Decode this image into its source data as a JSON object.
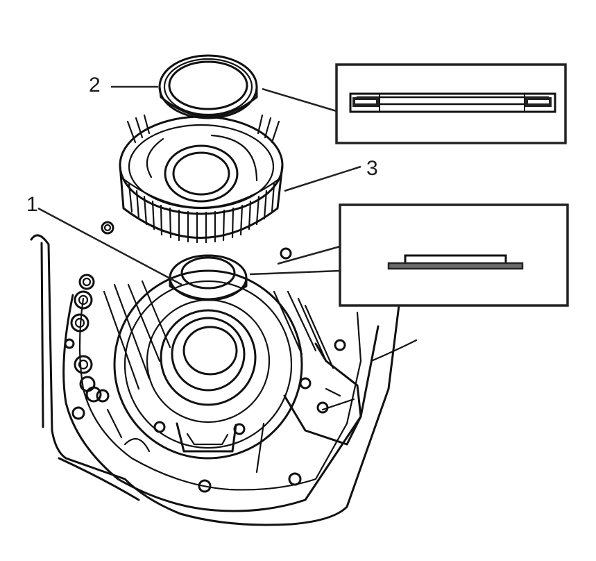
{
  "diagram": {
    "type": "exploded-view technical illustration",
    "subject": "transmission case with gear assembly and thrust washers",
    "colors": {
      "line": "#111111",
      "background": "#ffffff",
      "inset_fill": "#6b6b6b"
    },
    "callouts": [
      {
        "id": "1",
        "label": "1",
        "part": "lower thrust washer / bearing (installed in case)"
      },
      {
        "id": "2",
        "label": "2",
        "part": "upper thrust washer / bearing (on gear)"
      },
      {
        "id": "3",
        "label": "3",
        "part": "splined drum / gear assembly"
      }
    ],
    "insets": [
      {
        "id": "inset-top",
        "refers_to": "2",
        "depiction": "cross-section of flat thrust bearing"
      },
      {
        "id": "inset-middle",
        "refers_to": "1",
        "depiction": "cross-section of stepped thrust washer"
      }
    ]
  }
}
